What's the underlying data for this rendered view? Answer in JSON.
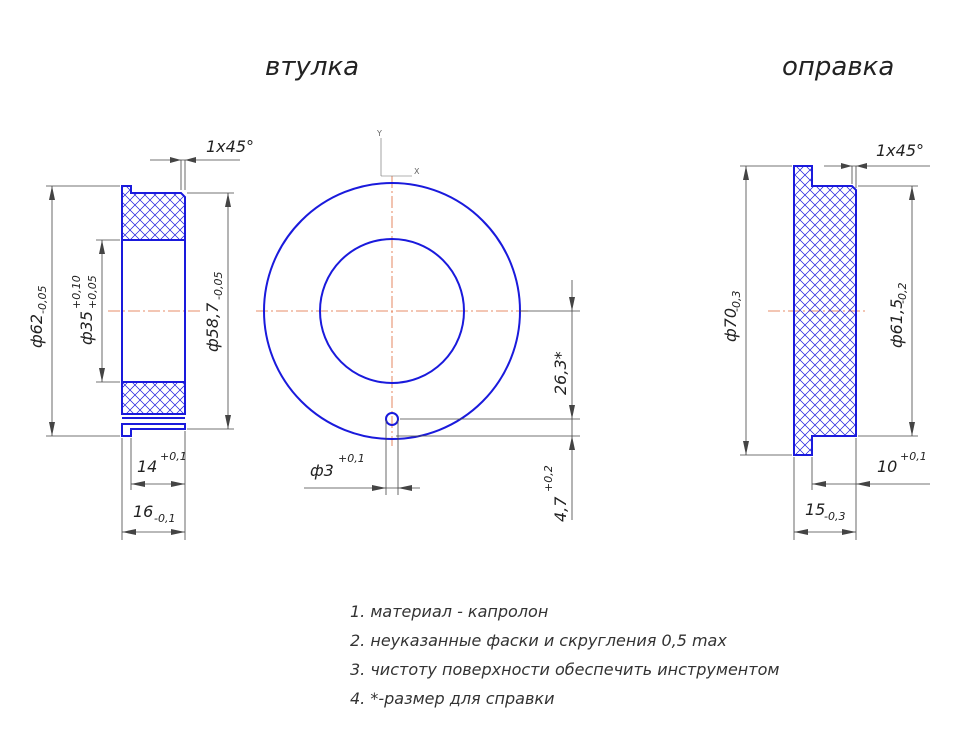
{
  "titles": {
    "bushing": "втулка",
    "mandrel": "оправка"
  },
  "bushing_dims": {
    "chamfer": "1x45°",
    "d_outer": "ф62",
    "d_outer_tol": "-0,05",
    "d_inner": "ф35",
    "d_inner_tol_up": "+0,10",
    "d_inner_tol_lo": "+0,05",
    "d_step": "ф58,7",
    "d_step_tol": "-0,05",
    "w_14": "14",
    "w_14_tol": "+0,1",
    "w_16": "16",
    "w_16_tol": "-0,1"
  },
  "front_dims": {
    "hole": "ф3",
    "hole_tol": "+0,1",
    "pos_263": "26,3*",
    "pos_47": "4,7",
    "pos_47_tol": "+0,2",
    "axis_y": "Y",
    "axis_x": "X"
  },
  "mandrel_dims": {
    "chamfer": "1x45°",
    "d_outer": "ф70",
    "d_outer_tol": "-0,3",
    "d_step": "ф61,5",
    "d_step_tol": "-0,2",
    "w_10": "10",
    "w_10_tol": "+0,1",
    "w_15": "15",
    "w_15_tol": "-0,3"
  },
  "notes": [
    "1. материал - капролон",
    "2. неуказанные фаски и скругления 0,5 max",
    "3. чистоту поверхности обеспечить инструментом",
    "4. *-размер для справки"
  ],
  "colors": {
    "outline": "#1a1adc",
    "centerline": "#e06a3a",
    "dimension": "#444444"
  }
}
